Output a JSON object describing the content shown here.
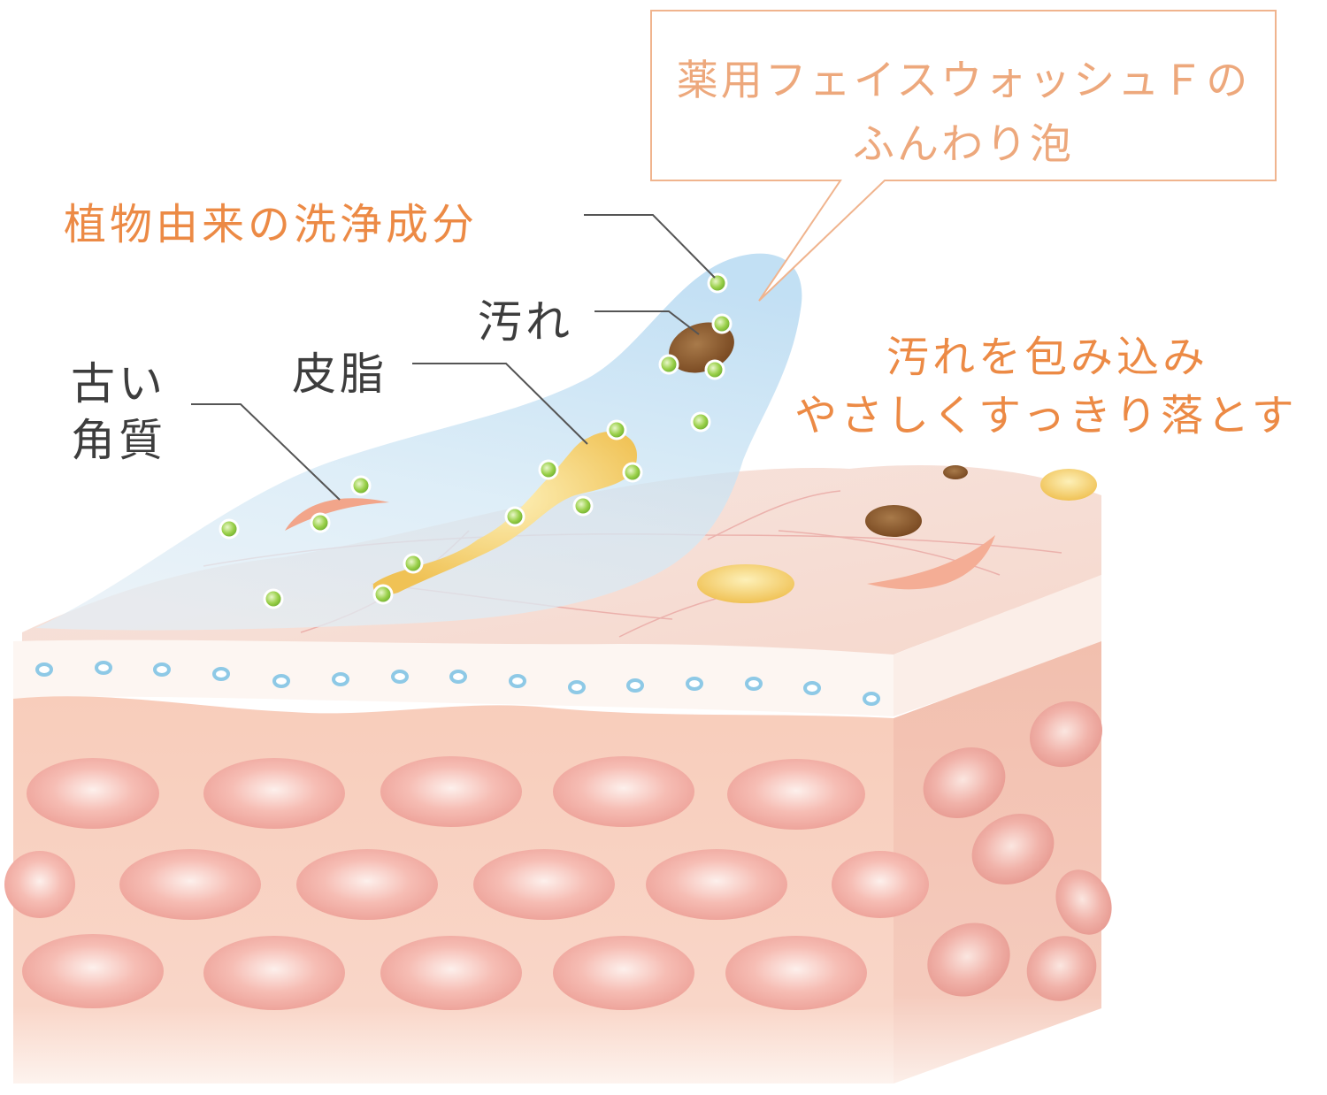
{
  "callout": {
    "line1": "薬用フェイスウォッシュＦの",
    "line2": "ふんわり泡"
  },
  "labels": {
    "ingredient": "植物由来の洗浄成分",
    "dirt": "汚れ",
    "sebum": "皮脂",
    "old_keratin_line1": "古い",
    "old_keratin_line2": "角質",
    "tagline_line1": "汚れを包み込み",
    "tagline_line2": "やさしくすっきり落とす"
  },
  "colors": {
    "accent_orange": "#ec8a45",
    "callout_text": "#eda87c",
    "label_text": "#3d3d3d",
    "foam": "#bfdcf0",
    "skin": "#f6c9b7",
    "cell": "#f2a9a0",
    "ingredient_dot": "#8cc63f",
    "dirt": "#8b5a2b",
    "sebum": "#f2c760"
  }
}
